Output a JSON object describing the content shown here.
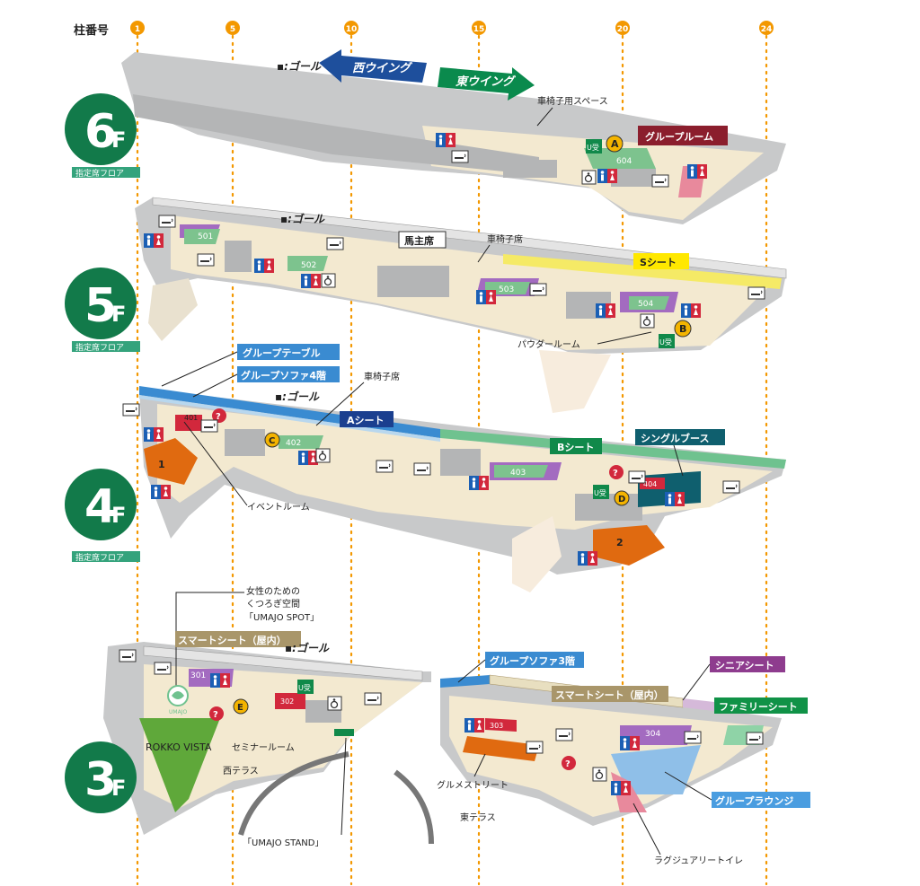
{
  "header": {
    "pillar_label": "柱番号",
    "pillar_numbers": [
      "1",
      "5",
      "10",
      "15",
      "20",
      "24"
    ]
  },
  "wings": {
    "goal": "ゴール",
    "west": "西ウイング",
    "east": "東ウイング"
  },
  "floors": [
    {
      "id": "6F",
      "num": "6",
      "unit": "F",
      "caption": "指定席フロア"
    },
    {
      "id": "5F",
      "num": "5",
      "unit": "F",
      "caption": "指定席フロア"
    },
    {
      "id": "4F",
      "num": "4",
      "unit": "F",
      "caption": "指定席フロア"
    },
    {
      "id": "3F",
      "num": "3",
      "unit": "F"
    }
  ],
  "floor6": {
    "wheelchair_space": "車椅子用スペース",
    "group_room": "グループルーム",
    "room": "604",
    "marker": "A",
    "u_label": "U受"
  },
  "floor5": {
    "goal": "ゴール",
    "owners_seat": "馬主席",
    "wheelchair_seat": "車椅子席",
    "s_seat": "Sシート",
    "rooms": [
      "501",
      "502",
      "503",
      "504"
    ],
    "powder_room": "パウダールーム",
    "marker": "B",
    "u_label": "U受"
  },
  "floor4": {
    "goal": "ゴール",
    "group_table": "グループテーブル",
    "group_sofa": "グループソファ4階",
    "wheelchair_seat": "車椅子席",
    "a_seat": "Aシート",
    "b_seat": "Bシート",
    "single_booth": "シングルブース",
    "event_room": "イベントルーム",
    "rooms": [
      "401",
      "402",
      "403",
      "404"
    ],
    "markers": [
      "C",
      "D"
    ],
    "areas": [
      "1",
      "2"
    ],
    "u_label": "U受"
  },
  "floor3": {
    "goal": "ゴール",
    "women_space": [
      "女性のための",
      "くつろぎ空間",
      "「UMAJO SPOT」"
    ],
    "smart_seat_west": "スマートシート（屋内）",
    "smart_seat_east": "スマートシート（屋内）",
    "group_sofa": "グループソファ3階",
    "senior_seat": "シニアシート",
    "family_seat": "ファミリーシート",
    "rokko_vista": "ROKKO VISTA",
    "seminar_room": "セミナールーム",
    "west_terrace": "西テラス",
    "east_terrace": "東テラス",
    "umajo_stand": "「UMAJO STAND」",
    "gourmet_street": "グルメストリート",
    "group_lounge": "グループラウンジ",
    "luxury_toilet": "ラグジュアリートイレ",
    "rooms": [
      "301",
      "302",
      "303",
      "304"
    ],
    "marker": "E",
    "u_label": "U受",
    "umajo_logo": "UMAJO"
  },
  "colors": {
    "floor_badge": "#127a4a",
    "pillar_line": "#f39800",
    "floor_surface": "#f3e9d0",
    "structure_gray": "#c8c9ca",
    "west_arrow": "#1e4f9c",
    "east_arrow": "#0a8a4d",
    "group_room": "#8b1e2d",
    "s_seat": "#ffe800",
    "a_seat": "#1b3f8f",
    "b_seat": "#10894a",
    "single_booth": "#0f5f6e",
    "group_blue": "#3a8bd1",
    "smart_seat": "#a9966a",
    "senior_seat": "#8e3c8e",
    "family_seat": "#109247",
    "group_lounge": "#4a9de0",
    "event_orange": "#e06a10",
    "marker_yellow": "#f4b400"
  }
}
